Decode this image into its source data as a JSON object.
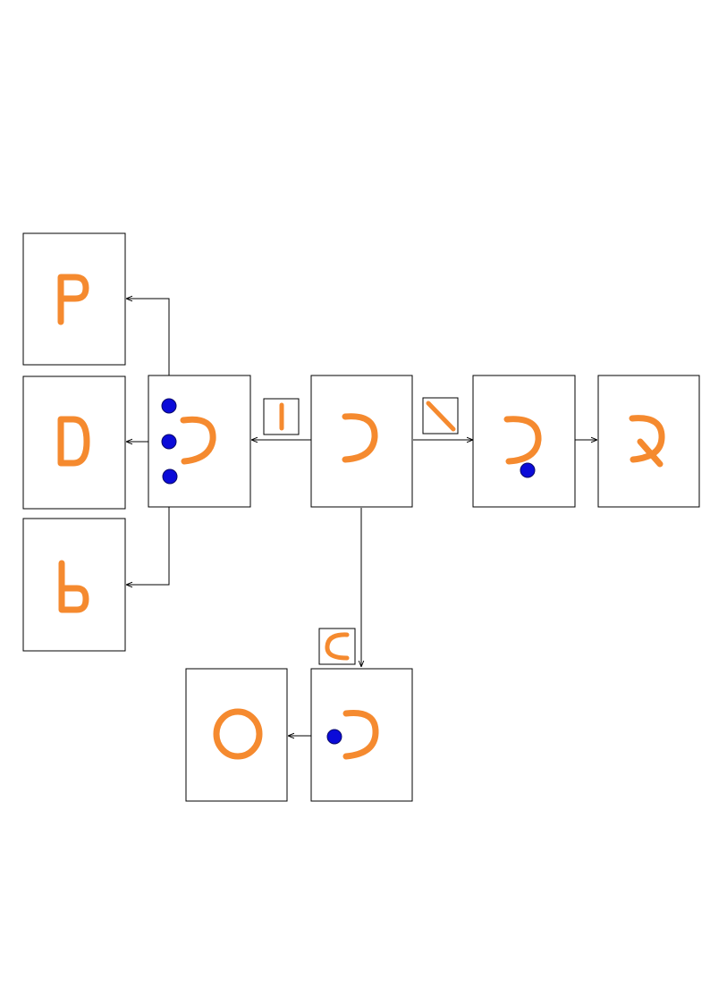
{
  "colors": {
    "stroke_glyph": "#f58a2f",
    "attachment_point": "#0b0bd8",
    "box_border": "#000000",
    "connector": "#000000"
  },
  "diagram": {
    "description_nodes": [
      {
        "id": "source-arc",
        "glyph": "arc-open-left"
      },
      {
        "id": "arc-with-three-points",
        "glyph": "arc-open-left",
        "points": 3
      },
      {
        "id": "result-p",
        "glyph": "letter-P"
      },
      {
        "id": "result-d",
        "glyph": "letter-D"
      },
      {
        "id": "result-b",
        "glyph": "letter-b"
      },
      {
        "id": "arc-with-bottom-point",
        "glyph": "arc-open-left",
        "points": 1
      },
      {
        "id": "result-q",
        "glyph": "letter-q-like"
      },
      {
        "id": "arc-with-left-point",
        "glyph": "arc-open-left",
        "points": 1
      },
      {
        "id": "result-o",
        "glyph": "letter-O"
      }
    ],
    "stroke_labels": [
      {
        "id": "stroke-vertical",
        "glyph": "vertical-line"
      },
      {
        "id": "stroke-diagonal",
        "glyph": "diagonal-line"
      },
      {
        "id": "stroke-c",
        "glyph": "c-curve"
      }
    ]
  }
}
